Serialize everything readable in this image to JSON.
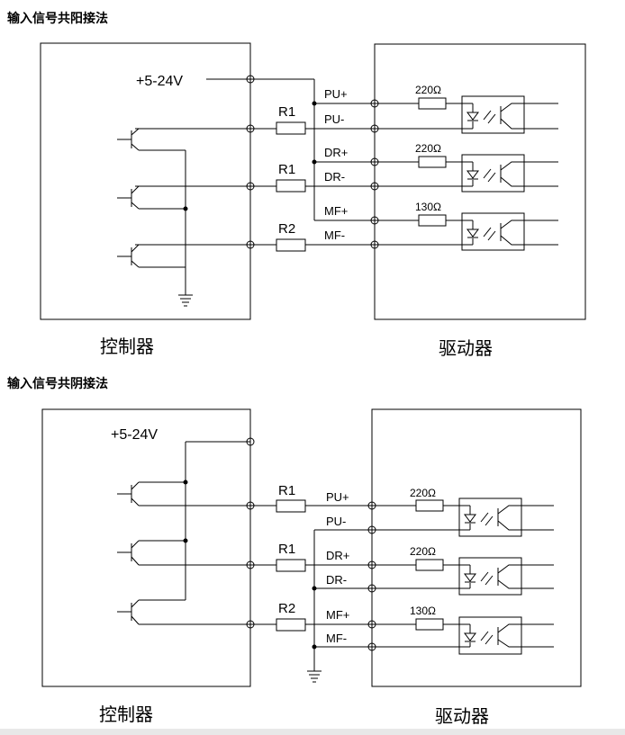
{
  "section1": {
    "title": "输入信号共阳接法",
    "controller_caption": "控制器",
    "driver_caption": "驱动器",
    "supply": "+5-24V",
    "resistors": [
      "R1",
      "R1",
      "R2"
    ],
    "terminals": [
      "PU+",
      "PU-",
      "DR+",
      "DR-",
      "MF+",
      "MF-"
    ],
    "internal_resistors": [
      "220Ω",
      "220Ω",
      "130Ω"
    ]
  },
  "section2": {
    "title": "输入信号共阴接法",
    "controller_caption": "控制器",
    "driver_caption": "驱动器",
    "supply": "+5-24V",
    "resistors": [
      "R1",
      "R1",
      "R2"
    ],
    "terminals": [
      "PU+",
      "PU-",
      "DR+",
      "DR-",
      "MF+",
      "MF-"
    ],
    "internal_resistors": [
      "220Ω",
      "220Ω",
      "130Ω"
    ]
  }
}
